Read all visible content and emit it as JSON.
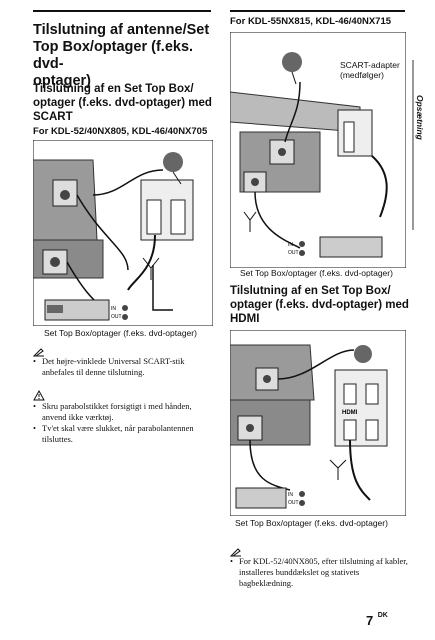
{
  "left": {
    "title": "Tilslutning af antenne/Set Top Box/optager (f.eks. dvd-optager)",
    "title_lines": [
      "Tilslutning af antenne/Set",
      "Top Box/optager (f.eks. dvd-",
      "optager)"
    ],
    "subtitle_lines": [
      "Tilslutning af en Set Top Box/",
      "optager (f.eks. dvd-optager) med",
      "SCART"
    ],
    "model_heading": "For KDL-52/40NX805, KDL-46/40NX705",
    "diagram_caption": "Set Top Box/optager (f.eks. dvd-optager)",
    "box_in": "IN",
    "box_out": "OUT",
    "note_bullets": [
      "Det højre-vinklede Universal SCART-stik anbefales til denne tilslutning."
    ],
    "caution_bullets": [
      "Skru parabolstikket forsigtigt i med hånden, anvend ikke værktøj.",
      "Tv'et skal være slukket, når parabolantennen tilsluttes."
    ]
  },
  "right": {
    "model_heading": "For KDL-55NX815, KDL-46/40NX715",
    "scart_label_lines": [
      "SCART-adapter",
      "(medfølger)"
    ],
    "diagram_caption": "Set Top Box/optager (f.eks. dvd-optager)",
    "box_in": "IN",
    "box_out": "OUT",
    "hdmi_heading_lines": [
      "Tilslutning af en Set Top Box/",
      "optager (f.eks. dvd-optager) med",
      "HDMI"
    ],
    "hdmi_caption": "Set Top Box/optager (f.eks. dvd-optager)",
    "hdmi_box_in": "IN",
    "hdmi_box_out": "OUT",
    "hdmi_port_label": "HDMI",
    "note_bullets": [
      "For KDL-52/40NX805, efter tilslutning af kabler, installeres bunddækslet og stativets bagbeklædning."
    ]
  },
  "side_tab": "Opsætning",
  "page_number": "7",
  "page_lang": "DK",
  "icons": [
    "note-icon",
    "caution-icon"
  ]
}
